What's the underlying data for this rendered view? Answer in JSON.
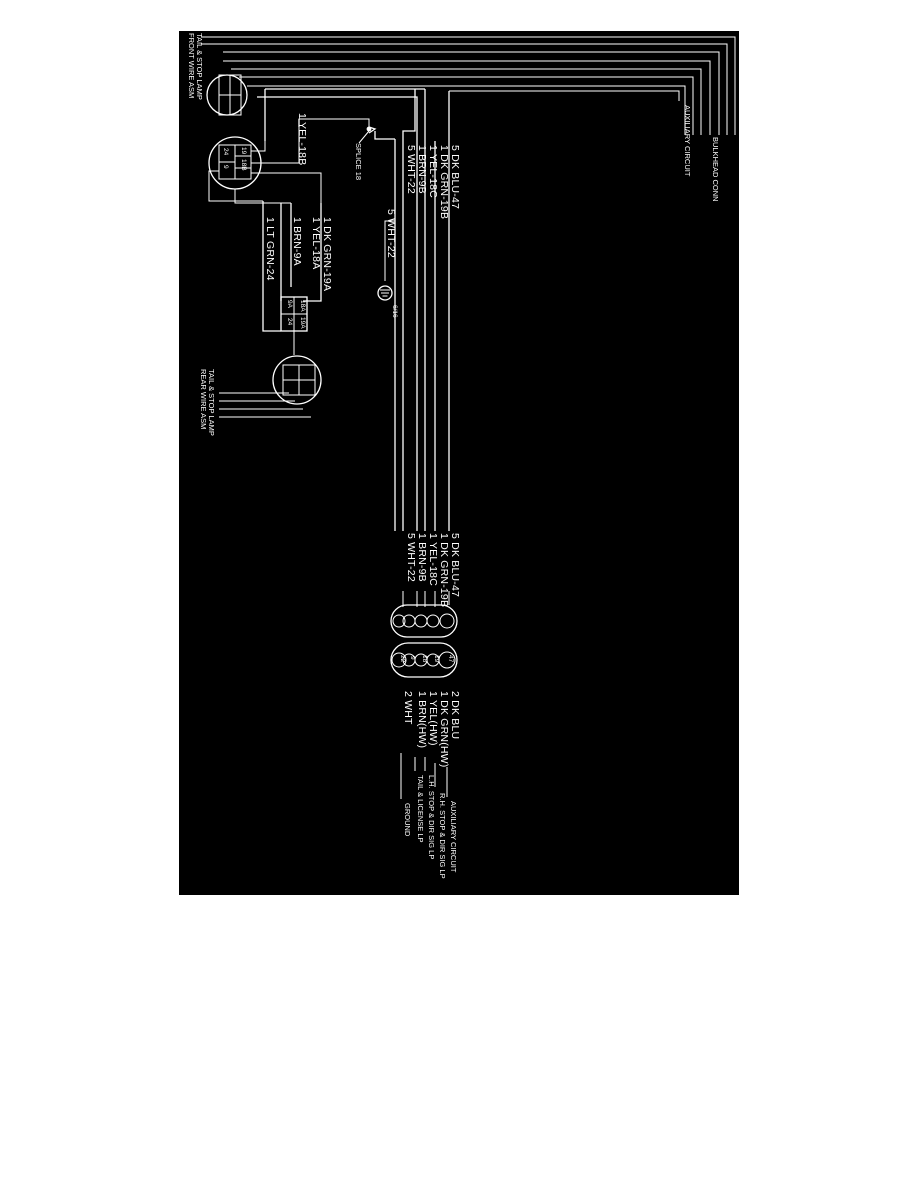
{
  "colors": {
    "background": "#000000",
    "line": "#ffffff",
    "page": "#ffffff"
  },
  "icons": [
    "connector-circle-icon",
    "ground-symbol-icon",
    "splice-dot-icon"
  ],
  "connectors": {
    "front_lamp": "TAIL & STOP LAMP FRONT WIRE ASM",
    "rear_lamp": "TAIL & STOP LAMP REAR WIRE ASM",
    "bulkhead": "BULKHEAD CONN",
    "auxiliary": "AUXILIARY CIRCUIT",
    "splice": "SPLICE 18",
    "front_pins": [
      "19",
      "24",
      "18B",
      "9"
    ],
    "rear_pins": [
      "9A",
      "18A",
      "24",
      "19A"
    ],
    "end_pins": [
      "47",
      "19",
      "18",
      "9",
      "22"
    ],
    "ground_mark": "6/16"
  },
  "wires": {
    "yel_18b": "1 YEL-18B",
    "main_bundle_top": [
      "5 DK BLU-47",
      "1 DK GRN-19B",
      "1 YEL-18C",
      "1 BRN-9B",
      "5 WHT-22"
    ],
    "wht_ground": "5 WHT-22",
    "lower_bundle": [
      "1 DK GRN-19A",
      "1 YEL-18A",
      "1 BRN-9A",
      "1 LT GRN-24"
    ],
    "main_bundle_bottom": [
      "5 DK BLU-47",
      "1 DK GRN-19B",
      "1 YEL-18C",
      "1 BRN-9B",
      "5 WHT-22"
    ],
    "trailer_side": [
      "2 DK BLU",
      "1 DK GRN(HW)",
      "1 YEL(HW)",
      "1 BRN(HW)",
      "2 WHT"
    ],
    "functions": [
      "AUXILIARY CIRCUIT",
      "R.H. STOP & DIR SIG LP",
      "L.H. STOP & DIR SIG LP",
      "TAIL & LICENSE LP",
      "GROUND"
    ]
  }
}
